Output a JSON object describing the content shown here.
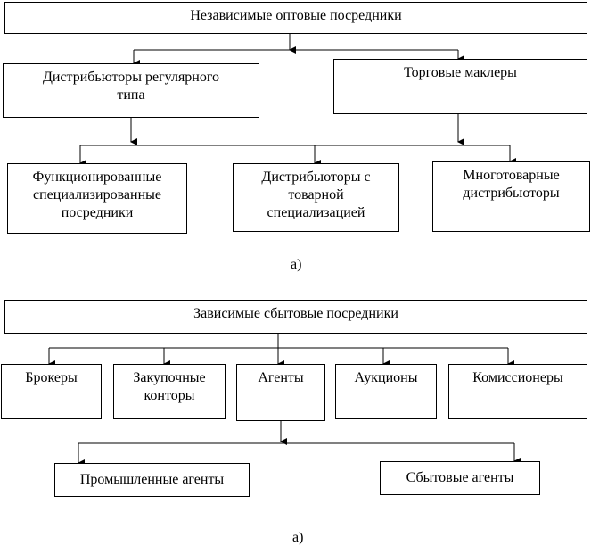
{
  "diagram_a": {
    "root": "Независимые оптовые посредники",
    "level1": [
      "Дистрибьюторы регулярного\nтипа",
      "Торговые маклеры"
    ],
    "level2": [
      "Функционированные\nспециализированные\nпосредники",
      "Дистрибьюторы с\nтоварной\nспециализацией",
      "Многотоварные\nдистрибьюторы"
    ],
    "caption": "а)"
  },
  "diagram_b": {
    "root": "Зависимые сбытовые посредники",
    "level1": [
      "Брокеры",
      "Закупочные\nконторы",
      "Агенты",
      "Аукционы",
      "Комиссионеры"
    ],
    "level2": [
      "Промышленные агенты",
      "Сбытовые агенты"
    ],
    "caption": "а)"
  }
}
